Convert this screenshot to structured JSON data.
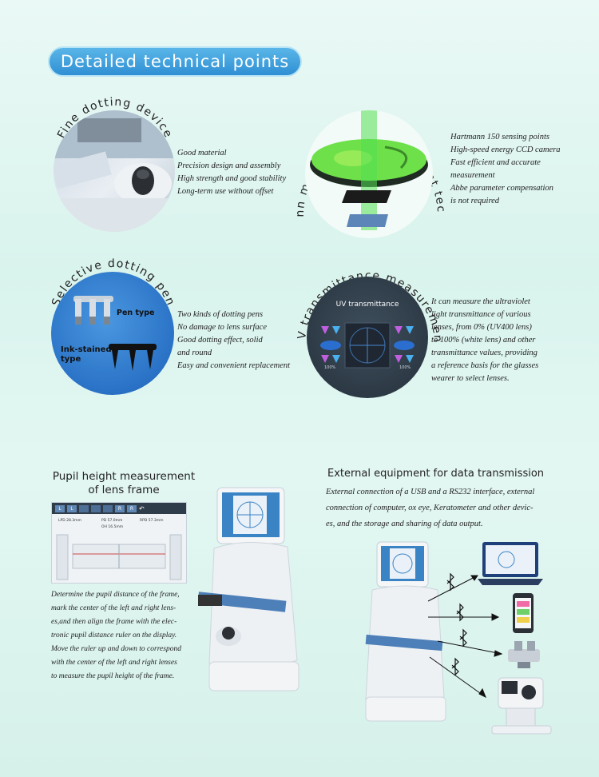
{
  "header": {
    "title": "Detailed technical points"
  },
  "fine_dotting": {
    "arc_title": "Fine dotting device",
    "points": [
      "Good material",
      "Precision design and assembly",
      "High strength and good stability",
      "Long-term use without offset"
    ]
  },
  "hartmann": {
    "arc_title": "Hartmann multipoint measurement technology",
    "points": [
      "Hartmann 150 sensing points",
      "High-speed energy CCD camera",
      "Fast efficient and accurate",
      "measurement",
      "Abbe parameter compensation",
      "is not required"
    ]
  },
  "selective_pen": {
    "arc_title": "Selective dotting pen",
    "pen_type_label": "Pen type",
    "ink_label_line1": "Ink-stained",
    "ink_label_line2": "type",
    "points": [
      "Two kinds of dotting pens",
      "No damage to lens surface",
      "Good dotting effect, solid",
      "and round",
      "Easy and convenient replacement"
    ]
  },
  "uv": {
    "arc_title": "UV transmittance measurement",
    "inner_title": "UV transmittance",
    "left_pct": "100%",
    "right_pct": "100%",
    "lines": [
      "It can measure the ultraviolet",
      "light transmittance of various",
      "lenses, from 0% (UV400 lens)",
      "to 100% (white lens) and other",
      "transmittance values, providing",
      "a reference basis for the glasses",
      "wearer to select lenses."
    ]
  },
  "pupil": {
    "title_line1": "Pupil height measurement",
    "title_line2": "of lens frame",
    "readings": {
      "lpd": "LPD 28.3mm",
      "pd": "PD 57.0mm",
      "rpd": "RPD 57.3mm",
      "oh": "OH 16.5mm"
    },
    "toolbar": {
      "l1": "L",
      "l2": "L",
      "r1": "R",
      "r2": "R"
    },
    "lines": [
      "Determine the pupil distance of the frame,",
      "mark the center of the left and right lens-",
      "es,and then align the frame with the elec-",
      "tronic pupil distance ruler on the display.",
      "Move the ruler up and down to correspond",
      "with the center of the left and right lenses",
      "to measure the pupil height of the frame."
    ]
  },
  "external": {
    "title": "External equipment for data transmission",
    "lines": [
      "External connection of a USB and a RS232 interface, external",
      "connection of computer, ox eye, Keratometer and other devic-",
      "es, and the storage and sharing of data output."
    ]
  },
  "colors": {
    "accent": "#2f8fd3",
    "circle_blue": "#2f7fd0",
    "uv_dark": "#33414f",
    "hartmann_green": "#6ee04a"
  }
}
